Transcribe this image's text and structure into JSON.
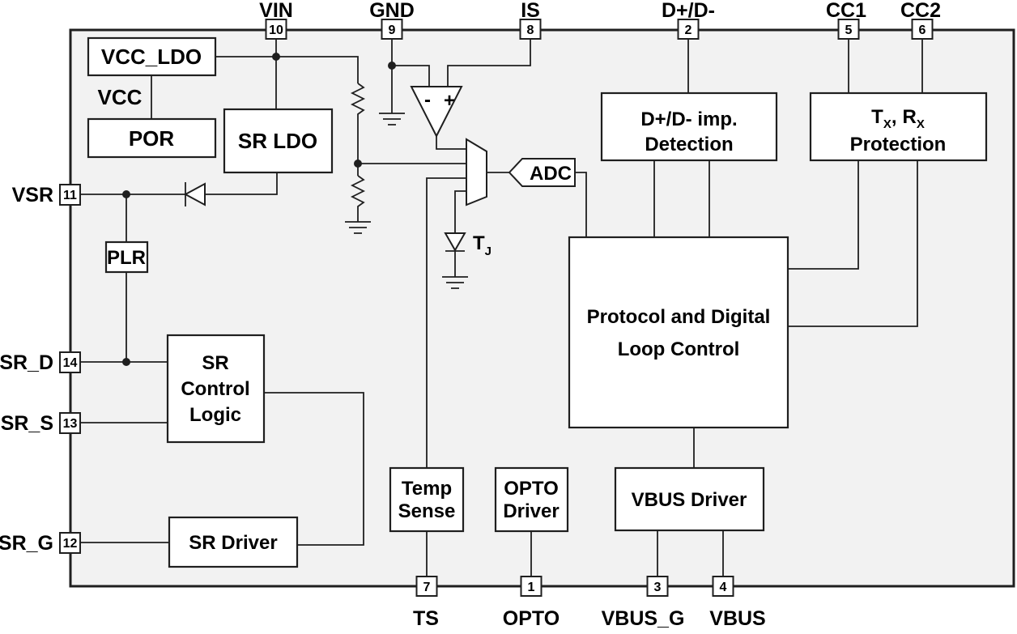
{
  "colors": {
    "page_bg": "#ffffff",
    "chip_fill": "#f2f2f2",
    "box_fill": "#ffffff",
    "line": "#1f1f1f",
    "text": "#000000"
  },
  "pins": {
    "top": [
      {
        "label": "VIN",
        "number": "10"
      },
      {
        "label": "GND",
        "number": "9"
      },
      {
        "label": "IS",
        "number": "8"
      },
      {
        "label": "D+/D-",
        "number": "2"
      },
      {
        "label": "CC1",
        "number": "5"
      },
      {
        "label": "CC2",
        "number": "6"
      }
    ],
    "left": [
      {
        "label": "VSR",
        "number": "11"
      },
      {
        "label": "SR_D",
        "number": "14"
      },
      {
        "label": "SR_S",
        "number": "13"
      },
      {
        "label": "SR_G",
        "number": "12"
      }
    ],
    "bottom": [
      {
        "label": "TS",
        "number": "7"
      },
      {
        "label": "OPTO",
        "number": "1"
      },
      {
        "label": "VBUS_G",
        "number": "3"
      },
      {
        "label": "VBUS",
        "number": "4"
      }
    ]
  },
  "blocks": {
    "vcc_ldo": {
      "label": "VCC_LDO"
    },
    "por": {
      "label": "POR"
    },
    "sr_ldo": {
      "label": "SR LDO"
    },
    "plr": {
      "label": "PLR"
    },
    "sr_control": {
      "line1": "SR",
      "line2": "Control",
      "line3": "Logic"
    },
    "sr_driver": {
      "label": "SR Driver"
    },
    "temp_sense": {
      "line1": "Temp",
      "line2": "Sense"
    },
    "opto_driver": {
      "line1": "OPTO",
      "line2": "Driver"
    },
    "vbus_driver": {
      "label": "VBUS Driver"
    },
    "protocol": {
      "line1": "Protocol and Digital",
      "line2": "Loop Control"
    },
    "dpdm_detection": {
      "line1": "D+/D- imp.",
      "line2": "Detection"
    },
    "txrx_protection": {
      "t": "T",
      "t_sub": "X",
      "comma": ",",
      "r": "R",
      "r_sub": "X",
      "line2": "Protection"
    },
    "adc": {
      "label": "ADC"
    }
  },
  "annotations": {
    "vcc_net": "VCC",
    "tj": {
      "t": "T",
      "sub": "J"
    },
    "opamp": {
      "minus": "-",
      "plus": "+"
    }
  }
}
